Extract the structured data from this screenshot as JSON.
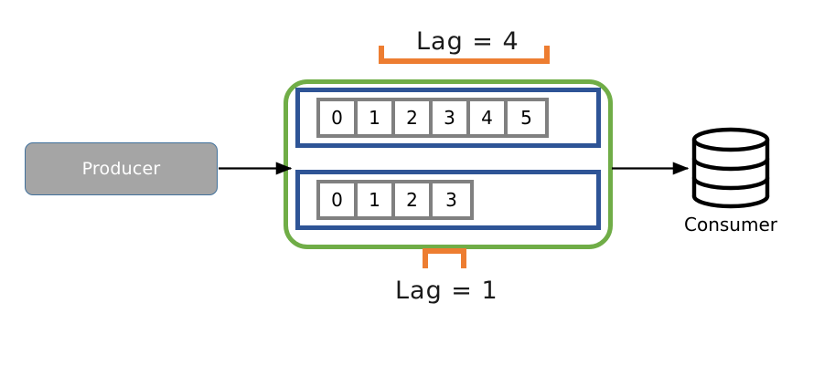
{
  "diagram": {
    "title": "Kafka consumer lag diagram",
    "colors": {
      "topic_border": "#70AD47",
      "partition_border": "#2E5496",
      "cell_border": "#808080",
      "bracket": "#ED7D31",
      "producer_fill": "#A5A5A5",
      "producer_border": "#41719C",
      "producer_text": "#FFFFFF",
      "arrow": "#000000",
      "text": "#1A1A1A"
    }
  },
  "producer": {
    "label": "Producer"
  },
  "consumer": {
    "label": "Consumer",
    "icon": "database-cylinder-icon"
  },
  "topic": {
    "partitions": [
      {
        "name": "partition-0",
        "offsets": [
          "0",
          "1",
          "2",
          "3",
          "4",
          "5"
        ]
      },
      {
        "name": "partition-1",
        "offsets": [
          "0",
          "1",
          "2",
          "3"
        ]
      }
    ]
  },
  "lag_annotations": [
    {
      "id": "lag-top",
      "label": "Lag = 4",
      "value": 4,
      "partition": "partition-0",
      "spans_offsets": [
        "2",
        "3",
        "4",
        "5"
      ],
      "position": "above"
    },
    {
      "id": "lag-bottom",
      "label": "Lag = 1",
      "value": 1,
      "partition": "partition-1",
      "spans_offsets": [
        "3"
      ],
      "position": "below"
    }
  ],
  "arrows": [
    {
      "name": "producer-to-topic-arrow",
      "from": "producer",
      "to": "topic"
    },
    {
      "name": "topic-to-consumer-arrow",
      "from": "topic",
      "to": "consumer"
    }
  ]
}
